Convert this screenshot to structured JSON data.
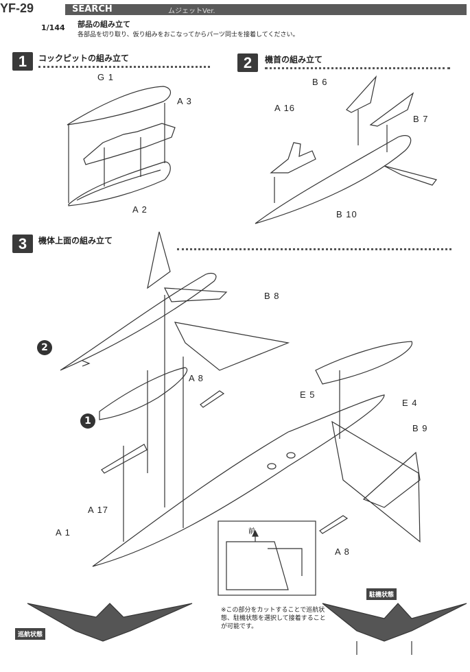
{
  "header": {
    "model_prefix": "YF-29",
    "series_fragment": "SEARCH",
    "version_label": "ムジェットVer.",
    "scale": "1/144"
  },
  "intro": {
    "heading": "部品の組み立て",
    "text": "各部品を切り取り、仮り組みをおこなってからパーツ同士を接着してください。"
  },
  "steps": [
    {
      "number": "1",
      "title": "コックピットの組み立て"
    },
    {
      "number": "2",
      "title": "機首の組み立て"
    },
    {
      "number": "3",
      "title": "機体上面の組み立て"
    }
  ],
  "part_labels": {
    "g1": "G 1",
    "a3": "A 3",
    "a2": "A 2",
    "b6": "B 6",
    "a16": "A 16",
    "b7": "B 7",
    "b10": "B 10",
    "b8": "B 8",
    "a8_top": "A 8",
    "e5": "E 5",
    "e4": "E 4",
    "b9": "B 9",
    "a17": "A 17",
    "a1": "A 1",
    "a8_bottom": "A 8"
  },
  "callouts": {
    "circle_2": "2",
    "circle_1": "1"
  },
  "inset": {
    "forward_mark": "前",
    "note": "※この部分をカットすることで巡航状態、駐機状態を選択して接着することが可能です。",
    "cruise_state": "巡航状態",
    "parked_state": "駐機状態"
  }
}
